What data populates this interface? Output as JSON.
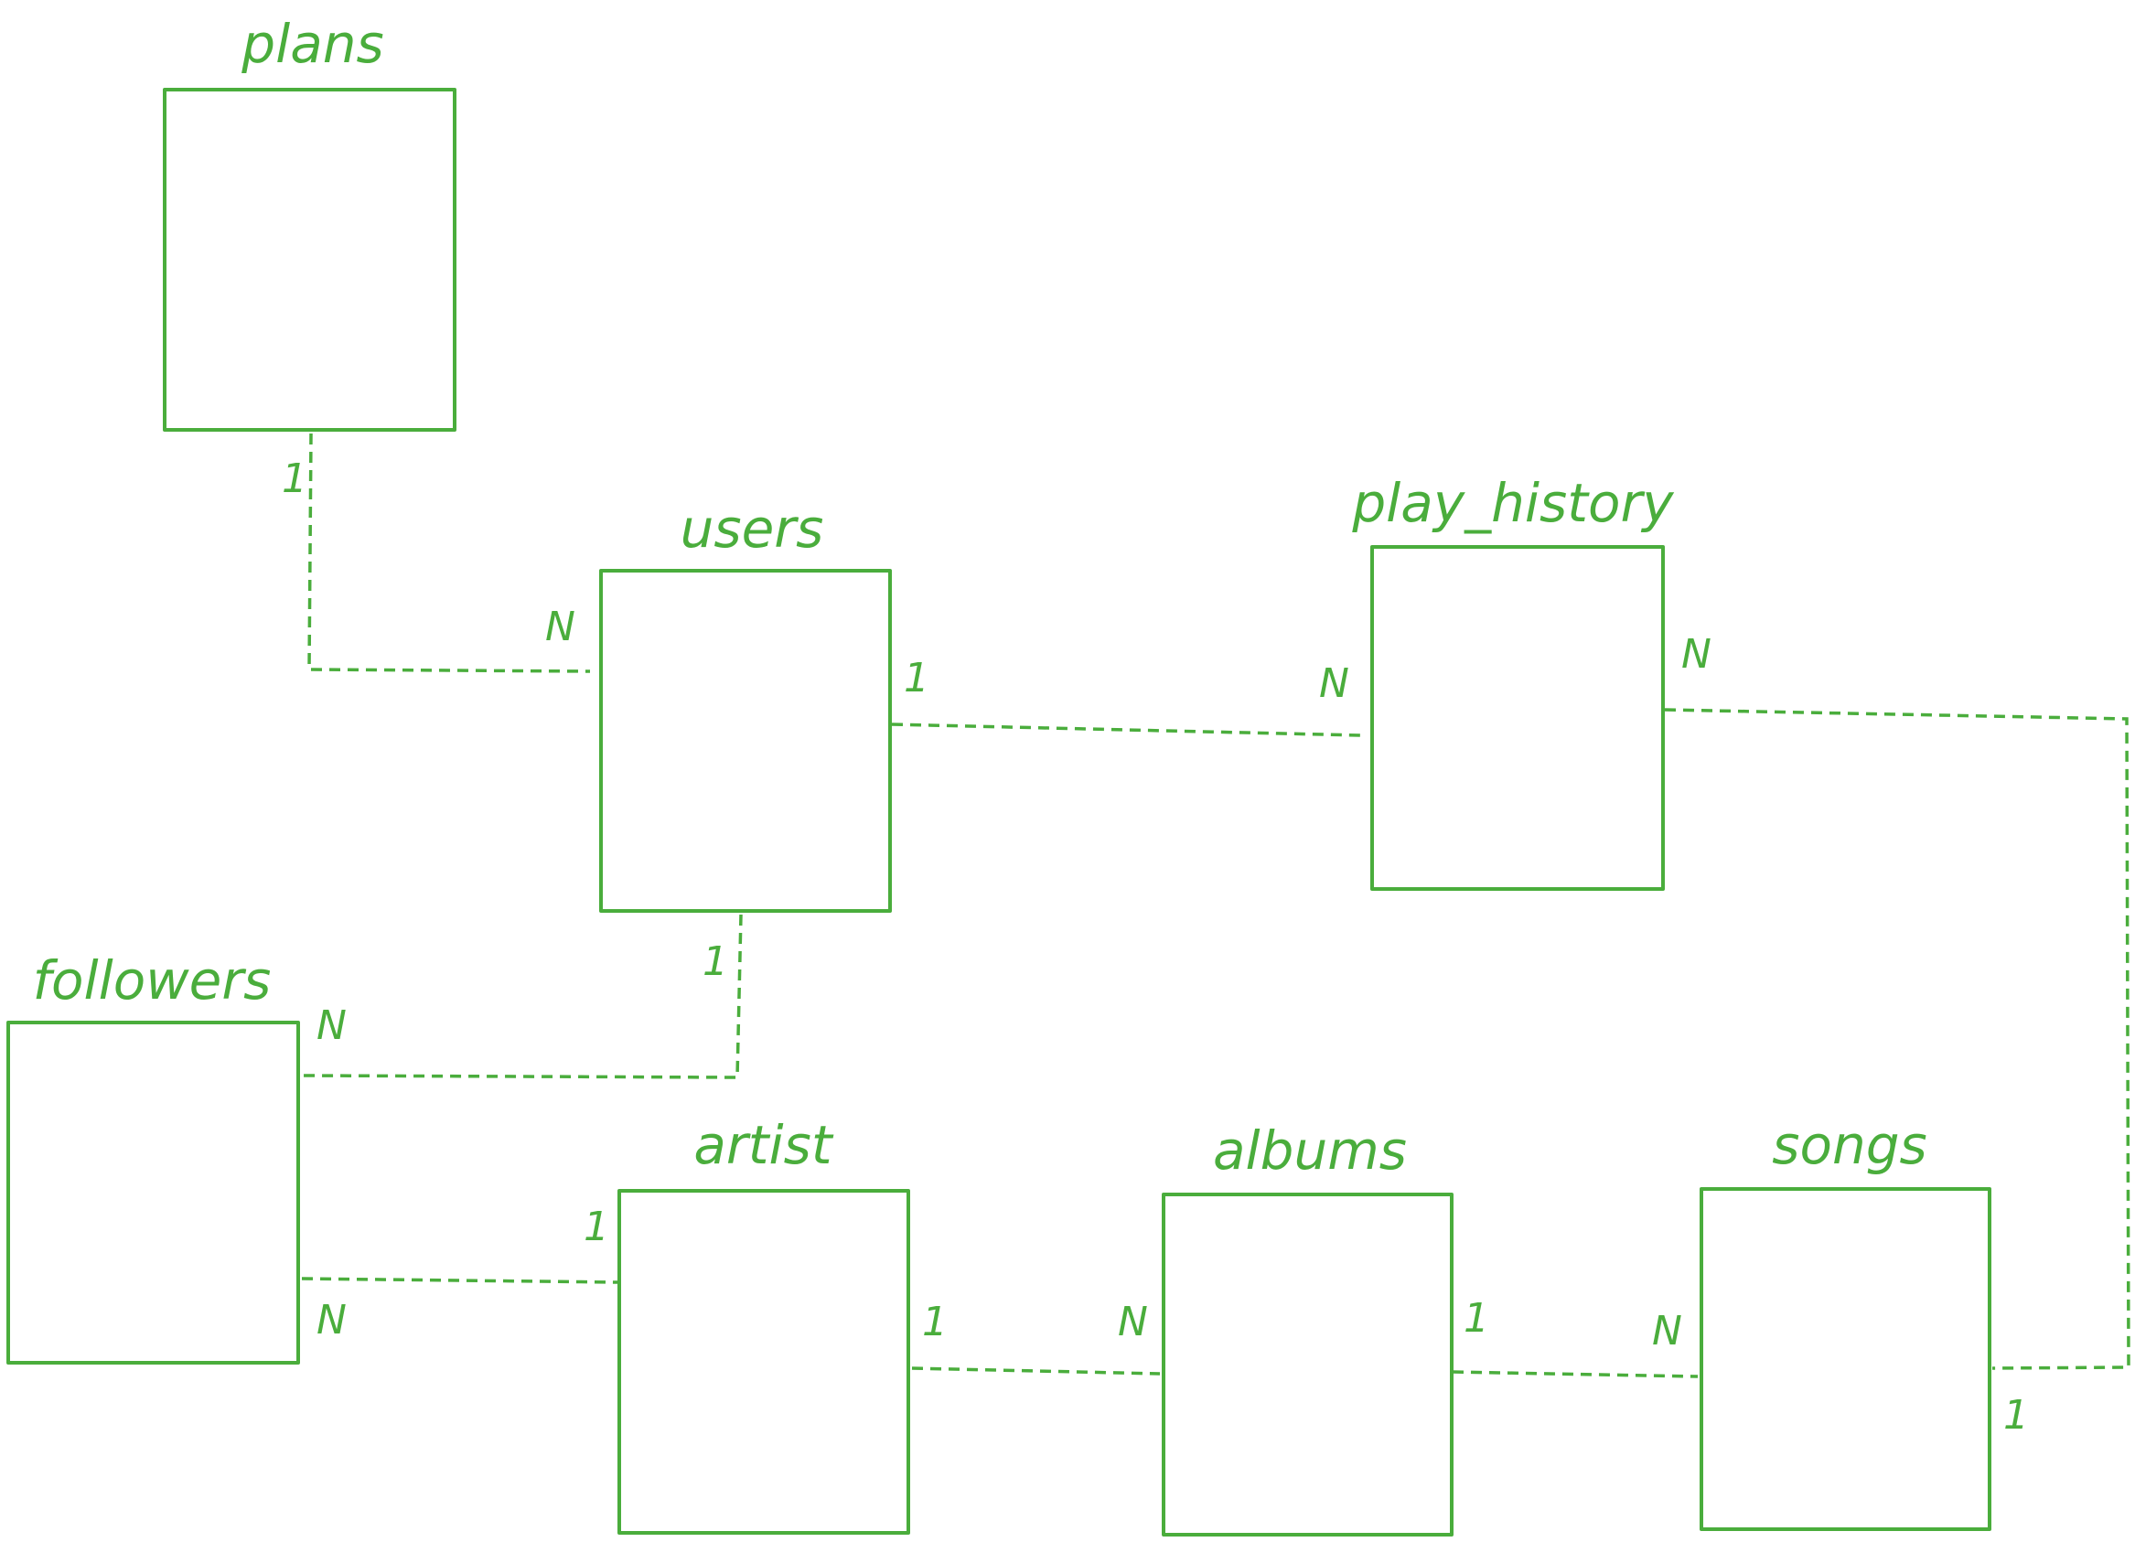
{
  "colors": {
    "stroke": "#4aad3c",
    "text": "#4aad3c",
    "background": "#ffffff"
  },
  "entities": {
    "plans": {
      "title": "plans"
    },
    "users": {
      "title": "users"
    },
    "play_history": {
      "title": "play_history"
    },
    "followers": {
      "title": "followers"
    },
    "artist": {
      "title": "artist"
    },
    "albums": {
      "title": "albums"
    },
    "songs": {
      "title": "songs"
    }
  },
  "relationships": {
    "plans_users": {
      "from_card": "1",
      "to_card": "N"
    },
    "users_play_history": {
      "from_card": "1",
      "to_card": "N"
    },
    "users_followers": {
      "from_card": "1",
      "to_card": "N"
    },
    "followers_artist": {
      "from_card": "N",
      "to_card": "1"
    },
    "artist_albums": {
      "from_card": "1",
      "to_card": "N"
    },
    "albums_songs": {
      "from_card": "1",
      "to_card": "N"
    },
    "play_history_songs": {
      "from_card": "N",
      "to_card": "1"
    }
  }
}
